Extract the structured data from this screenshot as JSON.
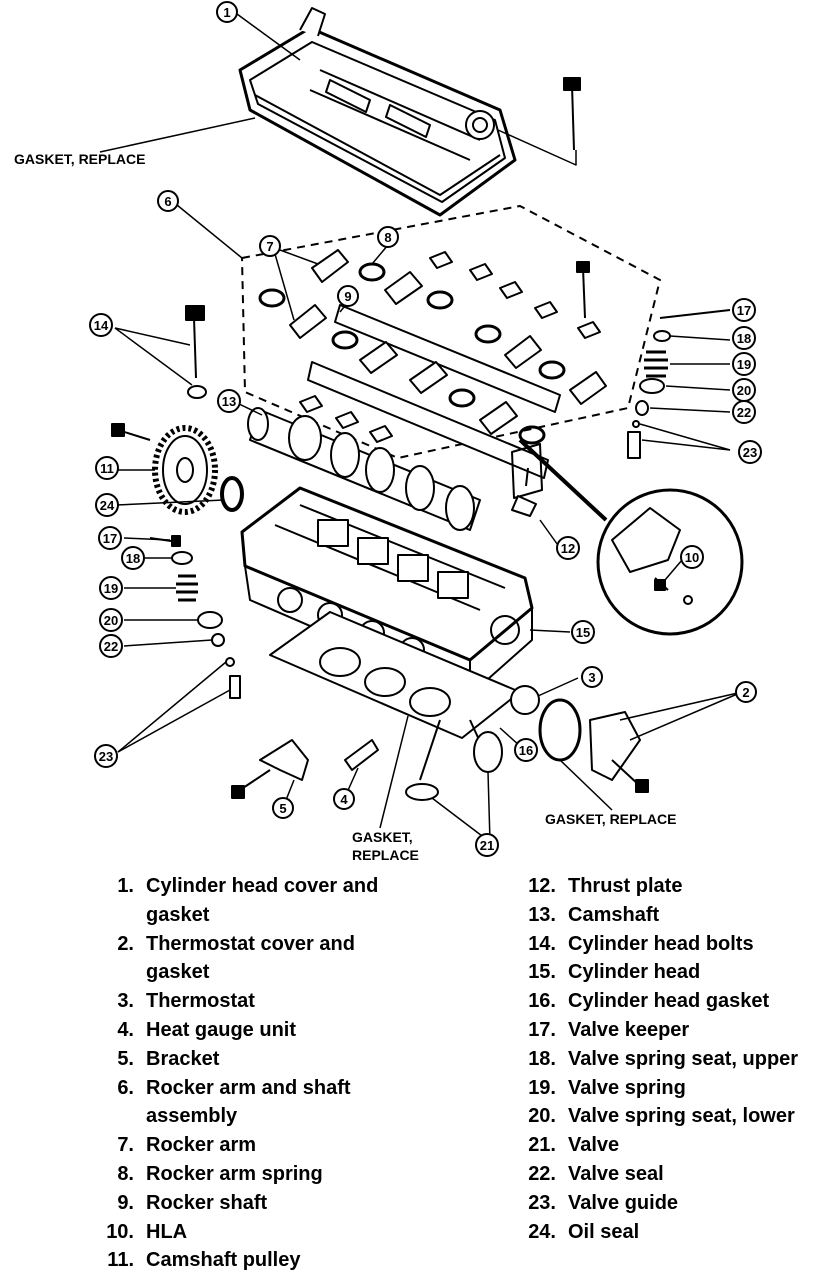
{
  "callouts": {
    "gasket_cover": "GASKET, REPLACE",
    "gasket_thermostat": "GASKET, REPLACE",
    "gasket_head_line1": "GASKET,",
    "gasket_head_line2": "REPLACE",
    "markers": [
      "1",
      "2",
      "3",
      "4",
      "5",
      "6",
      "7",
      "8",
      "9",
      "10",
      "11",
      "12",
      "13",
      "14",
      "15",
      "16",
      "17",
      "18",
      "19",
      "20",
      "21",
      "22",
      "23",
      "24"
    ]
  },
  "legend": {
    "left": [
      {
        "num": "1.",
        "text": "Cylinder head cover and",
        "cont": "gasket"
      },
      {
        "num": "2.",
        "text": "Thermostat cover and",
        "cont": "gasket"
      },
      {
        "num": "3.",
        "text": "Thermostat"
      },
      {
        "num": "4.",
        "text": "Heat gauge unit"
      },
      {
        "num": "5.",
        "text": "Bracket"
      },
      {
        "num": "6.",
        "text": "Rocker arm and shaft",
        "cont": "assembly"
      },
      {
        "num": "7.",
        "text": "Rocker arm"
      },
      {
        "num": "8.",
        "text": "Rocker arm spring"
      },
      {
        "num": "9.",
        "text": "Rocker shaft"
      },
      {
        "num": "10.",
        "text": "HLA"
      },
      {
        "num": "11.",
        "text": "Camshaft pulley"
      }
    ],
    "right": [
      {
        "num": "12.",
        "text": "Thrust plate"
      },
      {
        "num": "13.",
        "text": "Camshaft"
      },
      {
        "num": "14.",
        "text": "Cylinder head bolts"
      },
      {
        "num": "15.",
        "text": "Cylinder head"
      },
      {
        "num": "16.",
        "text": "Cylinder head gasket"
      },
      {
        "num": "17.",
        "text": "Valve keeper"
      },
      {
        "num": "18.",
        "text": "Valve spring seat, upper"
      },
      {
        "num": "19.",
        "text": "Valve spring"
      },
      {
        "num": "20.",
        "text": "Valve spring seat, lower"
      },
      {
        "num": "21.",
        "text": "Valve"
      },
      {
        "num": "22.",
        "text": "Valve seal"
      },
      {
        "num": "23.",
        "text": "Valve guide"
      },
      {
        "num": "24.",
        "text": "Oil seal"
      }
    ]
  }
}
